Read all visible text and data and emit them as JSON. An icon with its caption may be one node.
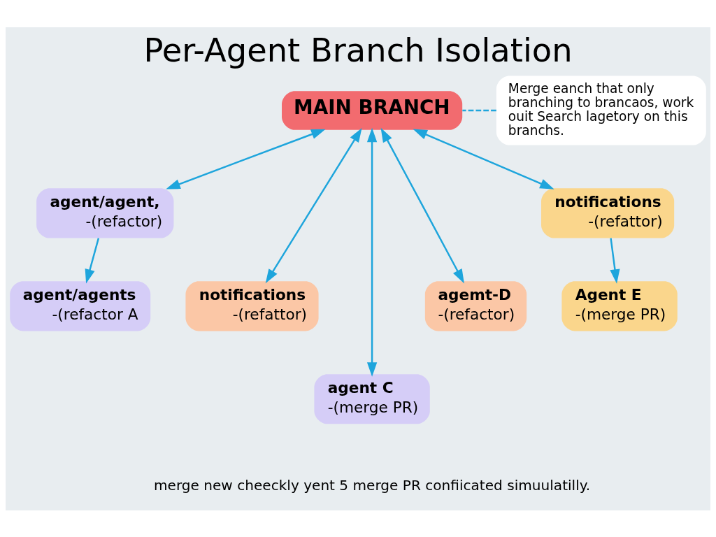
{
  "diagram": {
    "title": "Per-Agent Branch Isolation",
    "caption": "merge new cheeckly yent 5 merge PR confiicated simuulatilly.",
    "nodes": [
      {
        "text": [
          "MAIN BRANCH"
        ]
      },
      {
        "text": [
          "Merge eanch that only branching to brancaos, work ouit Search lagetory on this branchs."
        ]
      },
      {
        "text": [
          "agent/agent,",
          "-(refactor)"
        ]
      },
      {
        "text": [
          "agent/agents",
          "-(refactor A"
        ]
      },
      {
        "text": [
          "notifications",
          "-(refattor)"
        ]
      },
      {
        "text": [
          "agent C",
          "-(merge PR)"
        ]
      },
      {
        "text": [
          "agemt-D",
          "-(refactor)"
        ]
      },
      {
        "text": [
          "notifications",
          "-(refattor)"
        ]
      },
      {
        "text": [
          "Agent E",
          "-(merge PR)"
        ]
      }
    ],
    "edges": [
      {
        "from": 0,
        "to": 2,
        "arrow": "both"
      },
      {
        "from": 0,
        "to": 4,
        "arrow": "both"
      },
      {
        "from": 0,
        "to": 5,
        "arrow": "both"
      },
      {
        "from": 0,
        "to": 6,
        "arrow": "both"
      },
      {
        "from": 0,
        "to": 7,
        "arrow": "both"
      },
      {
        "from": 2,
        "to": 3,
        "arrow": "to"
      },
      {
        "from": 7,
        "to": 8,
        "arrow": "to"
      },
      {
        "from": 1,
        "to": 0,
        "arrow": "none",
        "style": "dashed"
      }
    ]
  }
}
